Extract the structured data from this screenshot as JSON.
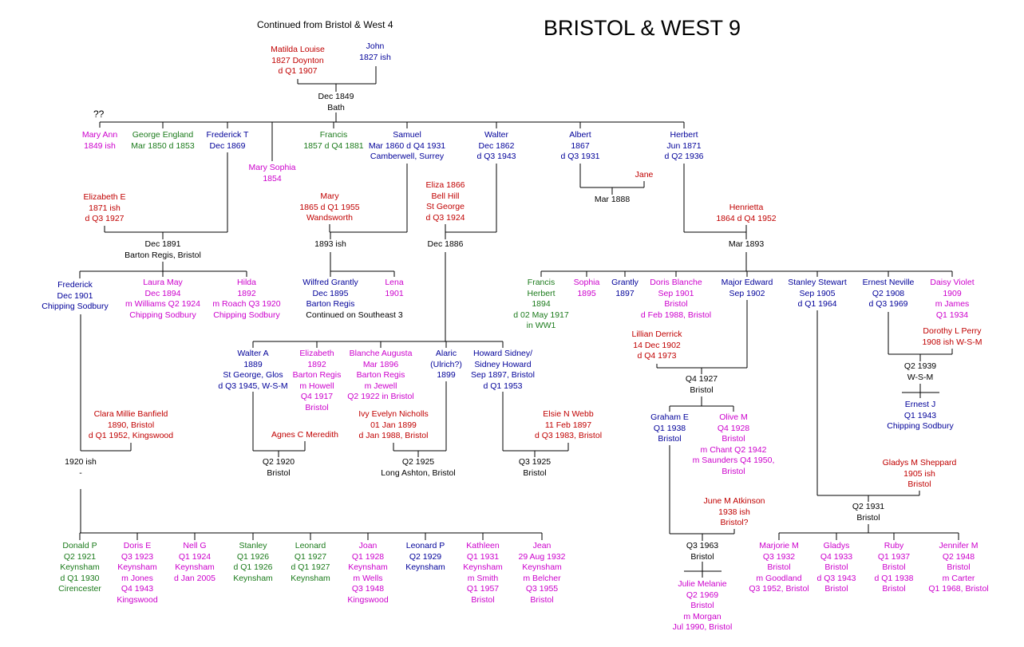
{
  "title": "BRISTOL & WEST 9",
  "continued_from": "Continued from Bristol & West 4",
  "unknown_marker": "??",
  "colors": {
    "red": "#c00000",
    "blue": "#000099",
    "green": "#1a7a1a",
    "magenta": "#cc00cc",
    "black": "#000000",
    "line": "#000000"
  },
  "entries": [
    {
      "id": "matilda",
      "c": "red",
      "l": [
        "Matilda Louise",
        "1827 Doynton",
        "d Q1 1907"
      ]
    },
    {
      "id": "john",
      "c": "blue",
      "l": [
        "John",
        "1827 ish"
      ]
    },
    {
      "id": "m1849",
      "c": "black",
      "l": [
        "Dec 1849",
        "Bath"
      ]
    },
    {
      "id": "maryann",
      "c": "magenta",
      "l": [
        "Mary Ann",
        "1849 ish"
      ]
    },
    {
      "id": "georgeengland",
      "c": "green",
      "l": [
        "George England",
        "Mar 1850 d 1853"
      ]
    },
    {
      "id": "fredt",
      "c": "blue",
      "l": [
        "Frederick T",
        "Dec 1869"
      ]
    },
    {
      "id": "marysophia",
      "c": "magenta",
      "l": [
        "Mary Sophia",
        "1854"
      ]
    },
    {
      "id": "francis1857",
      "c": "green",
      "l": [
        "Francis",
        "1857 d Q4 1881"
      ]
    },
    {
      "id": "samuel",
      "c": "blue",
      "l": [
        "Samuel",
        "Mar 1860 d Q4 1931",
        "Camberwell, Surrey"
      ]
    },
    {
      "id": "walter1862",
      "c": "blue",
      "l": [
        "Walter",
        "Dec 1862",
        "d Q3 1943"
      ]
    },
    {
      "id": "albert",
      "c": "blue",
      "l": [
        "Albert",
        "1867",
        "d Q3 1931"
      ]
    },
    {
      "id": "herbert1871",
      "c": "blue",
      "l": [
        "Herbert",
        "Jun 1871",
        "d Q2 1936"
      ]
    },
    {
      "id": "jane",
      "c": "red",
      "l": [
        "Jane"
      ]
    },
    {
      "id": "m1888",
      "c": "black",
      "l": [
        "Mar 1888"
      ]
    },
    {
      "id": "elizabethe",
      "c": "red",
      "l": [
        "Elizabeth E",
        "1871 ish",
        "d Q3 1927"
      ]
    },
    {
      "id": "mary1865",
      "c": "red",
      "l": [
        "Mary",
        "1865 d Q1 1955",
        "Wandsworth"
      ]
    },
    {
      "id": "eliza1866",
      "c": "red",
      "l": [
        "Eliza 1866",
        "Bell Hill",
        "St George",
        "d Q3 1924"
      ]
    },
    {
      "id": "henrietta",
      "c": "red",
      "l": [
        "Henrietta",
        "1864 d Q4 1952"
      ]
    },
    {
      "id": "m1891",
      "c": "black",
      "l": [
        "Dec 1891",
        "Barton Regis, Bristol"
      ]
    },
    {
      "id": "m1893ish",
      "c": "black",
      "l": [
        "1893 ish"
      ]
    },
    {
      "id": "m1886",
      "c": "black",
      "l": [
        "Dec 1886"
      ]
    },
    {
      "id": "m1893",
      "c": "black",
      "l": [
        "Mar 1893"
      ]
    },
    {
      "id": "frederick1901",
      "c": "blue",
      "l": [
        "Frederick",
        "Dec 1901",
        "Chipping Sodbury"
      ]
    },
    {
      "id": "lauramay",
      "c": "magenta",
      "l": [
        "Laura May",
        "Dec 1894",
        "m Williams Q2 1924",
        "Chipping Sodbury"
      ]
    },
    {
      "id": "hilda",
      "c": "magenta",
      "l": [
        "Hilda",
        "1892",
        "m Roach Q3 1920",
        "Chipping Sodbury"
      ]
    },
    {
      "id": "wilfred",
      "c": "blue",
      "l": [
        "Wilfred Grantly",
        "Dec 1895",
        "Barton Regis"
      ]
    },
    {
      "id": "wilfrednote",
      "c": "black",
      "l": [
        "Continued on Southeast 3"
      ]
    },
    {
      "id": "lena",
      "c": "magenta",
      "l": [
        "Lena",
        "1901"
      ]
    },
    {
      "id": "francisherbert",
      "c": "green",
      "l": [
        "Francis",
        "Herbert",
        "1894",
        "d 02 May 1917",
        "in WW1"
      ]
    },
    {
      "id": "sophia",
      "c": "magenta",
      "l": [
        "Sophia",
        "1895"
      ]
    },
    {
      "id": "grantly",
      "c": "blue",
      "l": [
        "Grantly",
        "1897"
      ]
    },
    {
      "id": "dorisblanche",
      "c": "magenta",
      "l": [
        "Doris Blanche",
        "Sep 1901",
        "Bristol",
        "d Feb 1988, Bristol"
      ]
    },
    {
      "id": "majoredward",
      "c": "blue",
      "l": [
        "Major Edward",
        "Sep 1902"
      ]
    },
    {
      "id": "stanleystewart",
      "c": "blue",
      "l": [
        "Stanley Stewart",
        "Sep 1905",
        "d Q1 1964"
      ]
    },
    {
      "id": "ernestneville",
      "c": "blue",
      "l": [
        "Ernest Neville",
        "Q2 1908",
        "d Q3 1969"
      ]
    },
    {
      "id": "daisyviolet",
      "c": "magenta",
      "l": [
        "Daisy Violet",
        "1909",
        "m James",
        "Q1 1934"
      ]
    },
    {
      "id": "walteralbert",
      "c": "blue",
      "l": [
        "Walter A",
        "1889",
        "St George, Glos",
        "d Q3 1945, W-S-M"
      ]
    },
    {
      "id": "elizabeth1892",
      "c": "magenta",
      "l": [
        "Elizabeth",
        "1892",
        "Barton Regis",
        "m Howell",
        "Q4 1917",
        "Bristol"
      ]
    },
    {
      "id": "blancheaugusta",
      "c": "magenta",
      "l": [
        "Blanche Augusta",
        "Mar 1896",
        "Barton Regis",
        "m Jewell",
        "Q2 1922 in Bristol"
      ]
    },
    {
      "id": "alaric",
      "c": "blue",
      "l": [
        "Alaric",
        "(Ulrich?)",
        "1899"
      ]
    },
    {
      "id": "howardsidney",
      "c": "blue",
      "l": [
        "Howard Sidney/",
        "Sidney Howard",
        "Sep 1897, Bristol",
        "d Q1 1953"
      ]
    },
    {
      "id": "lilliand",
      "c": "red",
      "l": [
        "Lillian Derrick",
        "14 Dec 1902",
        "d Q4 1973"
      ]
    },
    {
      "id": "dorothyl",
      "c": "red",
      "l": [
        "Dorothy L Perry",
        "1908 ish W-S-M"
      ]
    },
    {
      "id": "m1939",
      "c": "black",
      "l": [
        "Q2 1939",
        "W-S-M"
      ]
    },
    {
      "id": "m1927",
      "c": "black",
      "l": [
        "Q4 1927",
        "Bristol"
      ]
    },
    {
      "id": "ernestj",
      "c": "blue",
      "l": [
        "Ernest J",
        "Q1 1943",
        "Chipping Sodbury"
      ]
    },
    {
      "id": "claramillie",
      "c": "red",
      "l": [
        "Clara Millie Banfield",
        "1890, Bristol",
        "d Q1 1952, Kingswood"
      ]
    },
    {
      "id": "agnesc",
      "c": "red",
      "l": [
        "Agnes C Meredith"
      ]
    },
    {
      "id": "ivyevelyn",
      "c": "red",
      "l": [
        "Ivy Evelyn Nicholls",
        "01 Jan 1899",
        "d Jan 1988, Bristol"
      ]
    },
    {
      "id": "elsien",
      "c": "red",
      "l": [
        "Elsie N Webb",
        "11 Feb 1897",
        "d Q3 1983, Bristol"
      ]
    },
    {
      "id": "grahame",
      "c": "blue",
      "l": [
        "Graham E",
        "Q1 1938",
        "Bristol"
      ]
    },
    {
      "id": "olivem",
      "c": "magenta",
      "l": [
        "Olive M",
        "Q4 1928",
        "Bristol",
        "m Chant Q2 1942",
        "m Saunders Q4 1950,",
        "Bristol"
      ]
    },
    {
      "id": "gladysm",
      "c": "red",
      "l": [
        "Gladys M Sheppard",
        "1905 ish",
        "Bristol"
      ]
    },
    {
      "id": "m1920ish",
      "c": "black",
      "l": [
        "1920 ish",
        "-"
      ]
    },
    {
      "id": "m1920",
      "c": "black",
      "l": [
        "Q2 1920",
        "Bristol"
      ]
    },
    {
      "id": "m1925a",
      "c": "black",
      "l": [
        "Q2 1925",
        "Long Ashton, Bristol"
      ]
    },
    {
      "id": "m1925b",
      "c": "black",
      "l": [
        "Q3 1925",
        "Bristol"
      ]
    },
    {
      "id": "junem",
      "c": "red",
      "l": [
        "June M Atkinson",
        "1938 ish",
        "Bristol?"
      ]
    },
    {
      "id": "m1931",
      "c": "black",
      "l": [
        "Q2 1931",
        "Bristol"
      ]
    },
    {
      "id": "m1963",
      "c": "black",
      "l": [
        "Q3 1963",
        "Bristol"
      ]
    },
    {
      "id": "donaldp",
      "c": "green",
      "l": [
        "Donald P",
        "Q2 1921",
        "Keynsham",
        "d Q1 1930",
        "Cirencester"
      ]
    },
    {
      "id": "dorise",
      "c": "magenta",
      "l": [
        "Doris E",
        "Q3 1923",
        "Keynsham",
        "m Jones",
        "Q4 1943",
        "Kingswood"
      ]
    },
    {
      "id": "nellg",
      "c": "magenta",
      "l": [
        "Nell G",
        "Q1 1924",
        "Keynsham",
        "d Jan 2005"
      ]
    },
    {
      "id": "stanley1926",
      "c": "green",
      "l": [
        "Stanley",
        "Q1 1926",
        "d Q1 1926",
        "Keynsham"
      ]
    },
    {
      "id": "leonard1927",
      "c": "green",
      "l": [
        "Leonard",
        "Q1 1927",
        "d Q1 1927",
        "Keynsham"
      ]
    },
    {
      "id": "joan",
      "c": "magenta",
      "l": [
        "Joan",
        "Q1 1928",
        "Keynsham",
        "m Wells",
        "Q3 1948",
        "Kingswood"
      ]
    },
    {
      "id": "leonardp",
      "c": "blue",
      "l": [
        "Leonard P",
        "Q2 1929",
        "Keynsham"
      ]
    },
    {
      "id": "kathleen",
      "c": "magenta",
      "l": [
        "Kathleen",
        "Q1 1931",
        "Keynsham",
        "m Smith",
        "Q1 1957",
        "Bristol"
      ]
    },
    {
      "id": "jean",
      "c": "magenta",
      "l": [
        "Jean",
        "29 Aug 1932",
        "Keynsham",
        "m Belcher",
        "Q3 1955",
        "Bristol"
      ]
    },
    {
      "id": "juliemelanie",
      "c": "magenta",
      "l": [
        "Julie Melanie",
        "Q2 1969",
        "Bristol",
        "m Morgan",
        "Jul 1990, Bristol"
      ]
    },
    {
      "id": "marjoriem",
      "c": "magenta",
      "l": [
        "Marjorie M",
        "Q3 1932",
        "Bristol",
        "m Goodland",
        "Q3 1952, Bristol"
      ]
    },
    {
      "id": "gladys1933",
      "c": "magenta",
      "l": [
        "Gladys",
        "Q4 1933",
        "Bristol",
        "d Q3 1943",
        "Bristol"
      ]
    },
    {
      "id": "ruby",
      "c": "magenta",
      "l": [
        "Ruby",
        "Q1 1937",
        "Bristol",
        "d Q1 1938",
        "Bristol"
      ]
    },
    {
      "id": "jenniferm",
      "c": "magenta",
      "l": [
        "Jennifer M",
        "Q2 1948",
        "Bristol",
        "m Carter",
        "Q1 1968, Bristol"
      ]
    }
  ]
}
